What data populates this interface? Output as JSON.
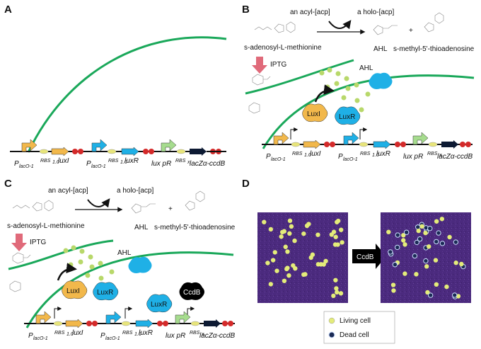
{
  "colors": {
    "membrane": "#1aa85a",
    "dna": "#111111",
    "promoter_lac": "#f2b84b",
    "promoter_lux": "#a6dc8e",
    "rbs": "#e8e57a",
    "luxI": "#f2b84b",
    "luxR": "#1fb0e6",
    "lacZ_ccdB": "#0d1a33",
    "terminator": "#d42a2a",
    "ahl": "#b8d86a",
    "iptg_arrow": "#e06a7a",
    "plate": "#4b2a7e",
    "ccdb_protein": "#000000"
  },
  "panels": [
    {
      "letter": "A"
    },
    {
      "letter": "B"
    },
    {
      "letter": "C"
    },
    {
      "letter": "D"
    }
  ],
  "labels": {
    "acyl_acp": "an acyl-[acp]",
    "holo_acp": "a holo-[acp]",
    "sam": "s-adenosyl-L-methionine",
    "ahl": "AHL",
    "mta": "s-methyl-5'-thioadenosine",
    "plus": "+",
    "iptg": "IPTG",
    "ahl_signal": "AHL"
  },
  "genes": {
    "p_lac": "P",
    "p_lac_sub": "lacO-1",
    "rbs": "RBS",
    "rbs_sub": "1.0",
    "luxI": "luxI",
    "luxR": "luxR",
    "lux_pr": "lux pR",
    "rbs_x": "RBS",
    "rbs_x_sub": "x",
    "lacz_ccdb": "lacZα-ccdB"
  },
  "proteins": {
    "luxI": "LuxI",
    "luxR": "LuxR",
    "ccdB": "CcdB"
  },
  "panel_d": {
    "arrow_label": "CcdB",
    "legend_living": "Living cell",
    "legend_dead": "Dead cell"
  }
}
